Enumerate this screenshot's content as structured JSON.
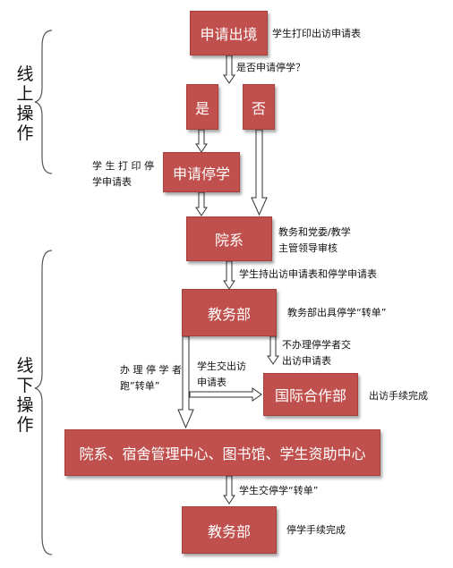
{
  "phases": {
    "online": [
      "线",
      "上",
      "操",
      "作"
    ],
    "offline": [
      "线",
      "下",
      "操",
      "作"
    ]
  },
  "nodes": {
    "apply_exit": "申请出境",
    "yes": "是",
    "no": "否",
    "apply_suspend": "申请停学",
    "department": "院系",
    "academic_affairs_1": "教务部",
    "intl_office": "国际合作部",
    "services": "院系、宿舍管理中心、图书馆、学生资助中心",
    "academic_affairs_2": "教务部"
  },
  "notes": {
    "print_exit_form": "学生打印出访申请表",
    "ask_suspend": "是否申请停学？",
    "print_suspend_form": [
      "学 生 打 印 停",
      "学申请表"
    ],
    "dept_review": [
      "教务和党委/教学",
      "主管领导审核"
    ],
    "hold_forms": "学生持出访申请表和停学申请表",
    "issue_transfer": "教务部出具停学“转单”",
    "not_suspend_submit": [
      "不办理停学者交",
      "出访申请表"
    ],
    "suspend_transfer": [
      "办 理 停 学 者",
      "跑”转单”"
    ],
    "submit_exit_form": [
      "学生交出访",
      "申请表"
    ],
    "exit_complete": "出访手续完成",
    "submit_transfer": "学生交停学“转单”",
    "suspend_complete": "停学手续完成"
  },
  "colors": {
    "node_fill": "#c0504d",
    "node_text": "#ffffff",
    "arrow": "#333333",
    "brace": "#555555"
  }
}
